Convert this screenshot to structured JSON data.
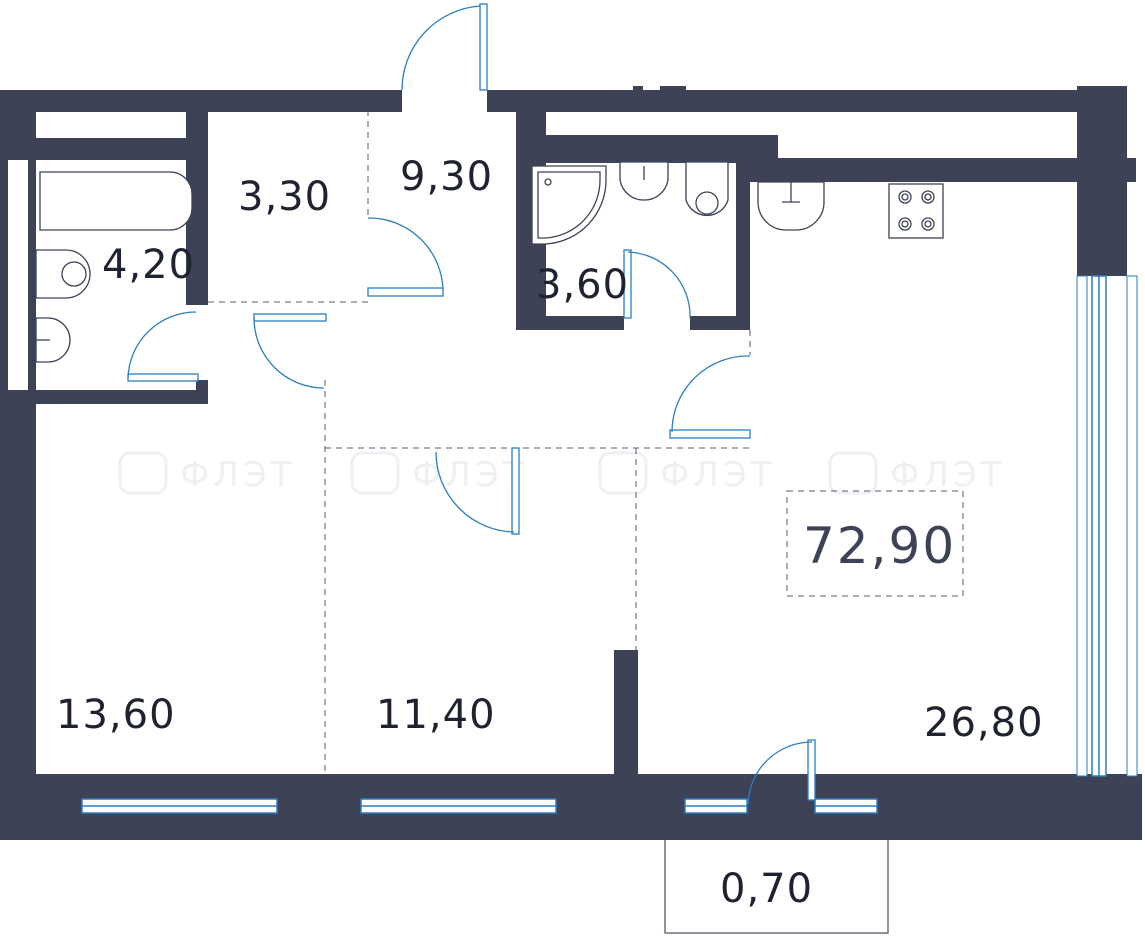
{
  "plan": {
    "total_area": "72,90",
    "rooms": [
      {
        "id": "bathroom",
        "area": "4,20"
      },
      {
        "id": "corridor-small",
        "area": "3,30"
      },
      {
        "id": "hall",
        "area": "9,30"
      },
      {
        "id": "shower-room",
        "area": "3,60"
      },
      {
        "id": "bedroom-left",
        "area": "13,60"
      },
      {
        "id": "bedroom-middle",
        "area": "11,40"
      },
      {
        "id": "living-kitchen",
        "area": "26,80"
      },
      {
        "id": "balcony",
        "area": "0,70"
      }
    ],
    "watermark": "ФЛЭТ",
    "colors": {
      "wall": "#3d4256",
      "window": "#2a7fc1",
      "text": "#1f2330"
    }
  }
}
